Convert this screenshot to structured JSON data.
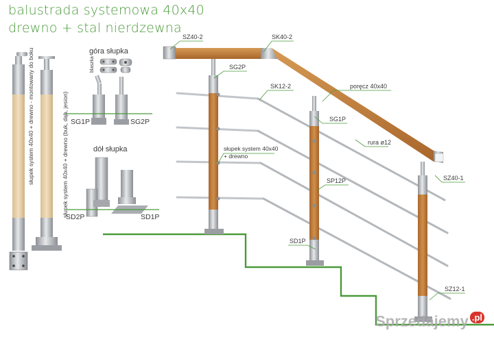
{
  "header": {
    "title_line1": "balustrada systemowa 40x40",
    "title_line2": "drewno + stal nierdzewna"
  },
  "labels": {
    "gora_slupka": "góra słupka",
    "blaszka": "blaszka",
    "dol_slupka": "dół słupka",
    "side1": "słupek system 40x40 + drewno - montowany do boku",
    "side2": "słupek system 40x40 + drewno (buk, dąb, jesion)",
    "sg1p_left": "SG1P",
    "sg2p_left": "SG2P",
    "sd2p": "SD2P",
    "sd1p_left": "SD1P",
    "sz40_2": "SZ40-2",
    "sk40_2": "SK40-2",
    "sg2p_right": "SG2P",
    "sk12_2": "SK12-2",
    "porecz": "poręcz 40x40",
    "sg1p_right": "SG1P",
    "slupek_line1": "słupek system 40x40",
    "slupek_line2": "+ drewno",
    "rura": "rura ø12",
    "sz40_1": "SZ40-1",
    "sp12p": "SP12P",
    "sd1p_right": "SD1P",
    "sz12_1": "SZ12-1"
  },
  "watermark": {
    "text": "Sprzedajemy",
    "badge": ".pl"
  },
  "colors": {
    "accent_green": "#4a9a3a",
    "wood": "#c8843f",
    "steel": "#b8bcc0"
  }
}
